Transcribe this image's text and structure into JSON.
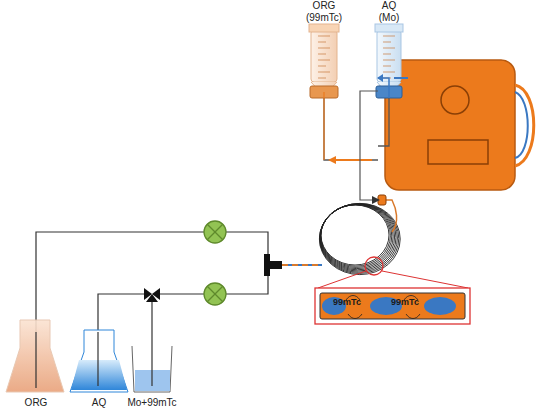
{
  "diagram": {
    "nodes": [
      {
        "text": [
          "ORG (99mTc)"
        ]
      },
      {
        "text": [
          "AQ (Mo)"
        ]
      },
      {
        "text": [
          "99mTc",
          "99mTc"
        ]
      },
      {
        "text": [
          "ORG"
        ]
      },
      {
        "text": [
          "AQ"
        ]
      },
      {
        "text": [
          "Mo+99mTc"
        ]
      }
    ]
  }
}
